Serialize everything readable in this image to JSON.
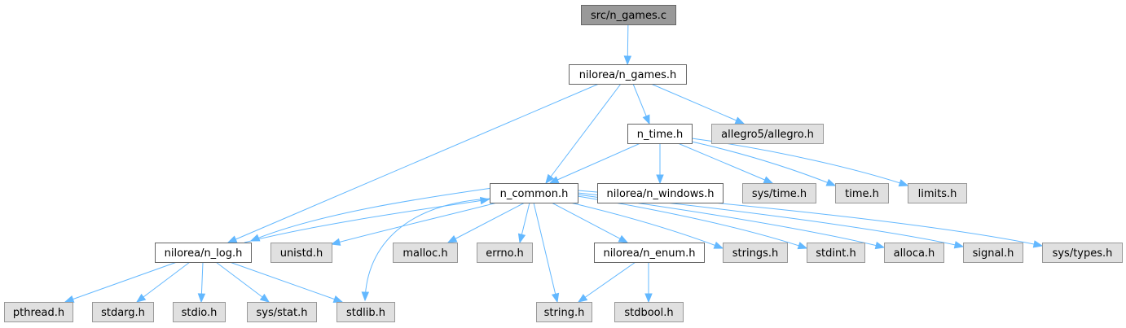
{
  "diagram": {
    "type": "include-dependency-graph",
    "colors": {
      "edge": "#63b8ff",
      "root_fill": "#999999",
      "project_fill": "#ffffff",
      "system_fill": "#e0e0e0"
    },
    "nodes": [
      {
        "id": "n_games_c",
        "label": "src/n_games.c",
        "kind": "root"
      },
      {
        "id": "n_games_h",
        "label": "nilorea/n_games.h",
        "kind": "project"
      },
      {
        "id": "n_time_h",
        "label": "n_time.h",
        "kind": "project"
      },
      {
        "id": "allegro_h",
        "label": "allegro5/allegro.h",
        "kind": "system"
      },
      {
        "id": "n_common_h",
        "label": "n_common.h",
        "kind": "project"
      },
      {
        "id": "n_windows_h",
        "label": "nilorea/n_windows.h",
        "kind": "project"
      },
      {
        "id": "sys_time_h",
        "label": "sys/time.h",
        "kind": "system"
      },
      {
        "id": "time_h",
        "label": "time.h",
        "kind": "system"
      },
      {
        "id": "limits_h",
        "label": "limits.h",
        "kind": "system"
      },
      {
        "id": "n_log_h",
        "label": "nilorea/n_log.h",
        "kind": "project"
      },
      {
        "id": "unistd_h",
        "label": "unistd.h",
        "kind": "system"
      },
      {
        "id": "malloc_h",
        "label": "malloc.h",
        "kind": "system"
      },
      {
        "id": "errno_h",
        "label": "errno.h",
        "kind": "system"
      },
      {
        "id": "n_enum_h",
        "label": "nilorea/n_enum.h",
        "kind": "project"
      },
      {
        "id": "strings_h",
        "label": "strings.h",
        "kind": "system"
      },
      {
        "id": "stdint_h",
        "label": "stdint.h",
        "kind": "system"
      },
      {
        "id": "alloca_h",
        "label": "alloca.h",
        "kind": "system"
      },
      {
        "id": "signal_h",
        "label": "signal.h",
        "kind": "system"
      },
      {
        "id": "sys_types_h",
        "label": "sys/types.h",
        "kind": "system"
      },
      {
        "id": "pthread_h",
        "label": "pthread.h",
        "kind": "system"
      },
      {
        "id": "stdarg_h",
        "label": "stdarg.h",
        "kind": "system"
      },
      {
        "id": "stdio_h",
        "label": "stdio.h",
        "kind": "system"
      },
      {
        "id": "sys_stat_h",
        "label": "sys/stat.h",
        "kind": "system"
      },
      {
        "id": "stdlib_h",
        "label": "stdlib.h",
        "kind": "system"
      },
      {
        "id": "string_h",
        "label": "string.h",
        "kind": "system"
      },
      {
        "id": "stdbool_h",
        "label": "stdbool.h",
        "kind": "system"
      }
    ],
    "edges": [
      {
        "from": "n_games_c",
        "to": "n_games_h"
      },
      {
        "from": "n_games_h",
        "to": "n_log_h"
      },
      {
        "from": "n_games_h",
        "to": "n_common_h"
      },
      {
        "from": "n_games_h",
        "to": "n_time_h"
      },
      {
        "from": "n_games_h",
        "to": "allegro_h"
      },
      {
        "from": "n_time_h",
        "to": "n_common_h"
      },
      {
        "from": "n_time_h",
        "to": "n_windows_h"
      },
      {
        "from": "n_time_h",
        "to": "sys_time_h"
      },
      {
        "from": "n_time_h",
        "to": "time_h"
      },
      {
        "from": "n_time_h",
        "to": "limits_h"
      },
      {
        "from": "n_common_h",
        "to": "n_log_h"
      },
      {
        "from": "n_log_h",
        "to": "n_common_h"
      },
      {
        "from": "n_common_h",
        "to": "unistd_h"
      },
      {
        "from": "n_common_h",
        "to": "stdlib_h"
      },
      {
        "from": "n_common_h",
        "to": "malloc_h"
      },
      {
        "from": "n_common_h",
        "to": "errno_h"
      },
      {
        "from": "n_common_h",
        "to": "string_h"
      },
      {
        "from": "n_common_h",
        "to": "n_enum_h"
      },
      {
        "from": "n_common_h",
        "to": "strings_h"
      },
      {
        "from": "n_common_h",
        "to": "stdint_h"
      },
      {
        "from": "n_common_h",
        "to": "alloca_h"
      },
      {
        "from": "n_common_h",
        "to": "signal_h"
      },
      {
        "from": "n_common_h",
        "to": "sys_types_h"
      },
      {
        "from": "n_log_h",
        "to": "pthread_h"
      },
      {
        "from": "n_log_h",
        "to": "stdarg_h"
      },
      {
        "from": "n_log_h",
        "to": "stdio_h"
      },
      {
        "from": "n_log_h",
        "to": "sys_stat_h"
      },
      {
        "from": "n_log_h",
        "to": "stdlib_h"
      },
      {
        "from": "n_enum_h",
        "to": "string_h"
      },
      {
        "from": "n_enum_h",
        "to": "stdbool_h"
      }
    ]
  }
}
